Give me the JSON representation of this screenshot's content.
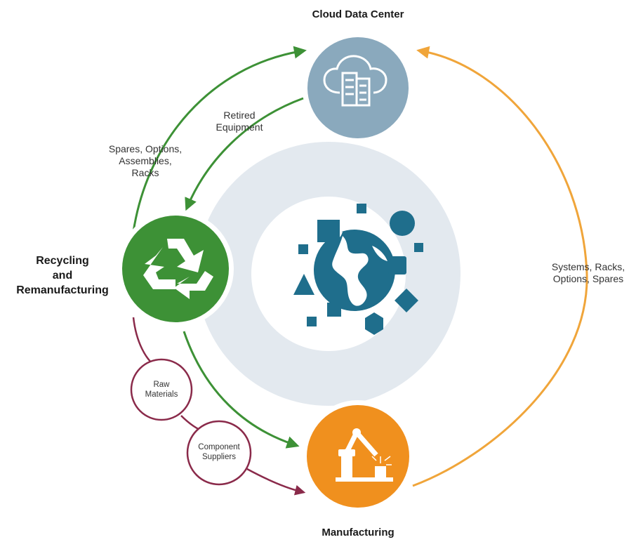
{
  "nodes": {
    "cloud": {
      "title": "Cloud Data Center",
      "icon": "cloud-server-icon",
      "color": "#8aa9bd"
    },
    "recycling": {
      "title_lines": [
        "Recycling",
        "and",
        "Remanufacturing"
      ],
      "icon": "recycle-icon",
      "color": "#3d9136"
    },
    "manufacturing": {
      "title": "Manufacturing",
      "icon": "robot-arm-icon",
      "color": "#f0901e"
    },
    "center": {
      "icon": "globe-shapes-icon",
      "ring_color": "#e3e9ef",
      "globe_color": "#1f6e8c"
    }
  },
  "flows": {
    "spares_to_cloud": {
      "lines": [
        "Spares, Options,",
        "Assemblies,",
        "Racks"
      ],
      "color": "#3d9136"
    },
    "retired_equipment": {
      "lines": [
        "Retired",
        "Equipment"
      ],
      "color": "#3d9136"
    },
    "systems_to_cloud": {
      "lines": [
        "Systems, Racks,",
        "Options, Spares"
      ],
      "color": "#f0a53a"
    },
    "recycle_to_manufacturing": {
      "color": "#3d9136"
    },
    "supply_chain": {
      "color": "#8a2a4a"
    }
  },
  "suppliers": {
    "raw_materials": {
      "lines": [
        "Raw",
        "Materials"
      ]
    },
    "component_suppliers": {
      "lines": [
        "Component",
        "Suppliers"
      ]
    }
  }
}
